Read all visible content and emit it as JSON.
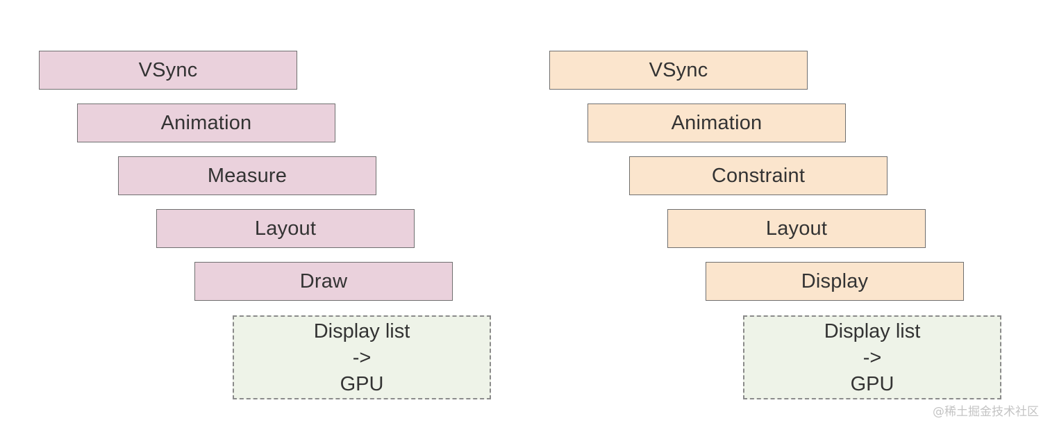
{
  "colors": {
    "left_fill": "#ead1dc",
    "right_fill": "#fbe5cd",
    "final_fill": "#eef3e8",
    "border": "#6f6f6f",
    "text": "#333333"
  },
  "left_pipeline": {
    "steps": [
      "VSync",
      "Animation",
      "Measure",
      "Layout",
      "Draw"
    ],
    "final": [
      "Display list",
      "->",
      "GPU"
    ]
  },
  "right_pipeline": {
    "steps": [
      "VSync",
      "Animation",
      "Constraint",
      "Layout",
      "Display"
    ],
    "final": [
      "Display list",
      "->",
      "GPU"
    ]
  },
  "watermark": "@稀土掘金技术社区"
}
